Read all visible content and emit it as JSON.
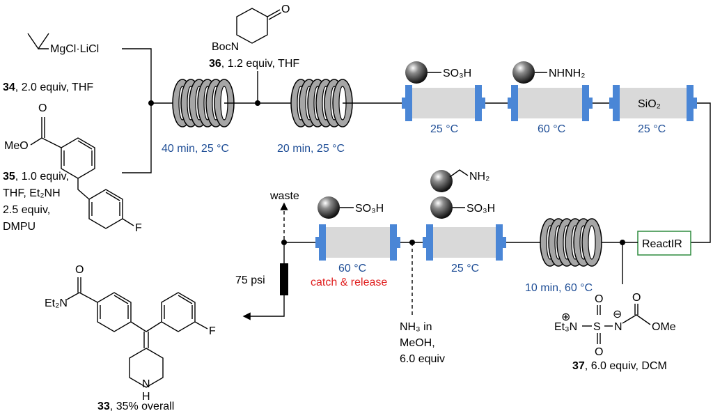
{
  "colors": {
    "column_cap": "#4a86d6",
    "column_body": "#d9d9d9",
    "condition_text": "#1f4e96",
    "highlight_text": "#e02020",
    "reactir_border": "#2e8b3e",
    "coil_fill": "#a6a6a6"
  },
  "reagents": {
    "r34": {
      "formula": "MgCl·LiCl",
      "id": "34",
      "desc": ", 2.0 equiv, THF"
    },
    "r35": {
      "substituent": "MeO",
      "fluoro": "F",
      "id": "35",
      "lines": [
        ", 1.0 equiv,",
        "THF, Et₂NH",
        "2.5 equiv,",
        "DMPU"
      ]
    },
    "r36": {
      "boc": "BocN",
      "oxo": "O",
      "id": "36",
      "desc": ", 1.2 equiv, THF"
    },
    "r37": {
      "left": "Et₃N",
      "plus": "⊕",
      "minus": "⊖",
      "s": "S",
      "n": "N",
      "o_top": "O",
      "o_bottom": "O",
      "o_carbonyl": "O",
      "ome": "OMe",
      "id": "37",
      "desc": ", 6.0 equiv, DCM"
    },
    "nh3": {
      "lines": [
        "NH₃ in",
        "MeOH,",
        "6.0 equiv"
      ]
    }
  },
  "reactors": {
    "coil1": {
      "label": "40 min, 25 °C"
    },
    "coil2": {
      "label": "20 min, 25 °C"
    },
    "coil3": {
      "label": "10 min, 60 °C"
    }
  },
  "columns": {
    "c1": {
      "resin": "SO₃H",
      "temp": "25 °C"
    },
    "c2": {
      "resin": "NHNH₂",
      "temp": "60 °C"
    },
    "c3": {
      "resin": "SiO₂",
      "temp": "25 °C"
    },
    "c4": {
      "resin_a": "NH₂",
      "resin_b": "SO₃H",
      "temp": "25 °C"
    },
    "c5": {
      "resin": "SO₃H",
      "temp": "60 °C",
      "note": "catch & release"
    }
  },
  "instruments": {
    "reactir": {
      "label": "ReactIR"
    },
    "bpr": {
      "label": "75 psi"
    },
    "waste": {
      "label": "waste"
    }
  },
  "product": {
    "amide": "Et₂N",
    "o": "O",
    "f": "F",
    "nh": "N",
    "h": "H",
    "id": "33",
    "desc": ", 35% overall"
  }
}
